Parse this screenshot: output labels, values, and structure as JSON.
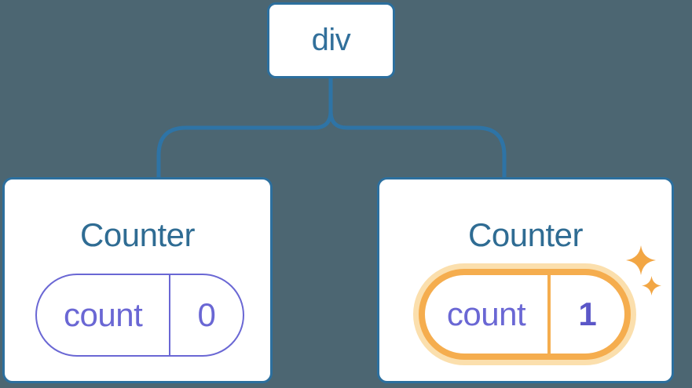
{
  "diagram": {
    "description": "Component tree: a div root element with two Counter children, each holding a count state pill; the second Counter's state is highlighted as just updated",
    "root": {
      "label": "div"
    },
    "children": [
      {
        "title": "Counter",
        "state_key": "count",
        "state_value": "0",
        "highlighted": false
      },
      {
        "title": "Counter",
        "state_key": "count",
        "state_value": "1",
        "highlighted": true
      }
    ],
    "colors": {
      "background": "#4C6672",
      "card_background": "#FFFFFF",
      "node_border_blue": "#2C6F9E",
      "connector_blue": "#2E74A6",
      "label_blue": "#2F6C93",
      "state_purple": "#6A67D4",
      "state_value_bold_purple": "#5B57C8",
      "highlight_orange": "#F5AD4E",
      "highlight_glow": "#FBDFAD",
      "sparkle_orange": "#F2A644"
    }
  }
}
